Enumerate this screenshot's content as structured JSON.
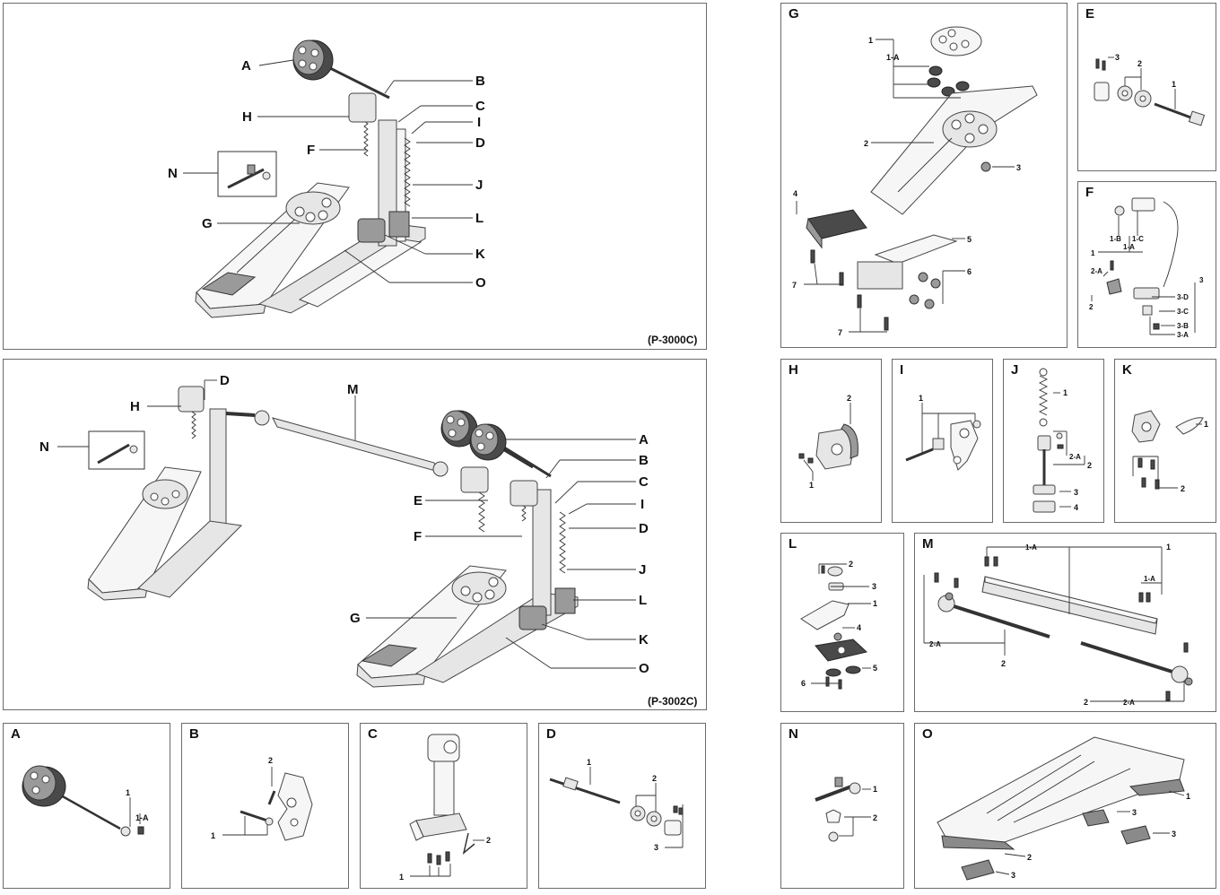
{
  "single_pedal": {
    "letter_labels": [
      "A",
      "B",
      "H",
      "C",
      "I",
      "F",
      "D",
      "N",
      "J",
      "G",
      "L",
      "K",
      "O"
    ],
    "model": "(P-3000C)"
  },
  "double_pedal": {
    "letter_labels": [
      "D",
      "M",
      "H",
      "N",
      "A",
      "B",
      "E",
      "C",
      "I",
      "F",
      "D",
      "J",
      "G",
      "L",
      "K",
      "O"
    ],
    "model": "(P-3002C)"
  },
  "panels": {
    "A": {
      "title": "A",
      "callouts": [
        "1",
        "1-A"
      ]
    },
    "B": {
      "title": "B",
      "callouts": [
        "2",
        "1"
      ]
    },
    "C": {
      "title": "C",
      "callouts": [
        "2",
        "1"
      ]
    },
    "D": {
      "title": "D",
      "callouts": [
        "1",
        "2",
        "3"
      ]
    },
    "E": {
      "title": "E",
      "callouts": [
        "3",
        "2",
        "1"
      ]
    },
    "F": {
      "title": "F",
      "callouts": [
        "1-B",
        "1-C",
        "1-A",
        "1",
        "2-A",
        "2",
        "3",
        "3-D",
        "3-C",
        "3-B",
        "3-A"
      ]
    },
    "G": {
      "title": "G",
      "callouts": [
        "1",
        "1-A",
        "2",
        "3",
        "4",
        "5",
        "6",
        "7",
        "7"
      ]
    },
    "H": {
      "title": "H",
      "callouts": [
        "2",
        "1"
      ]
    },
    "I": {
      "title": "I",
      "callouts": [
        "1"
      ]
    },
    "J": {
      "title": "J",
      "callouts": [
        "1",
        "2-A",
        "2",
        "3",
        "4"
      ]
    },
    "K": {
      "title": "K",
      "callouts": [
        "1",
        "2"
      ]
    },
    "L": {
      "title": "L",
      "callouts": [
        "2",
        "3",
        "1",
        "4",
        "5",
        "6"
      ]
    },
    "M": {
      "title": "M",
      "callouts": [
        "1-A",
        "1",
        "1-A",
        "2-A",
        "2",
        "2",
        "2-A"
      ]
    },
    "N": {
      "title": "N",
      "callouts": [
        "1",
        "2"
      ]
    },
    "O": {
      "title": "O",
      "callouts": [
        "1",
        "3",
        "3",
        "2",
        "3"
      ]
    }
  },
  "colors": {
    "border": "#6b6b6b",
    "pad_gray": "#888888",
    "text": "#111111"
  }
}
